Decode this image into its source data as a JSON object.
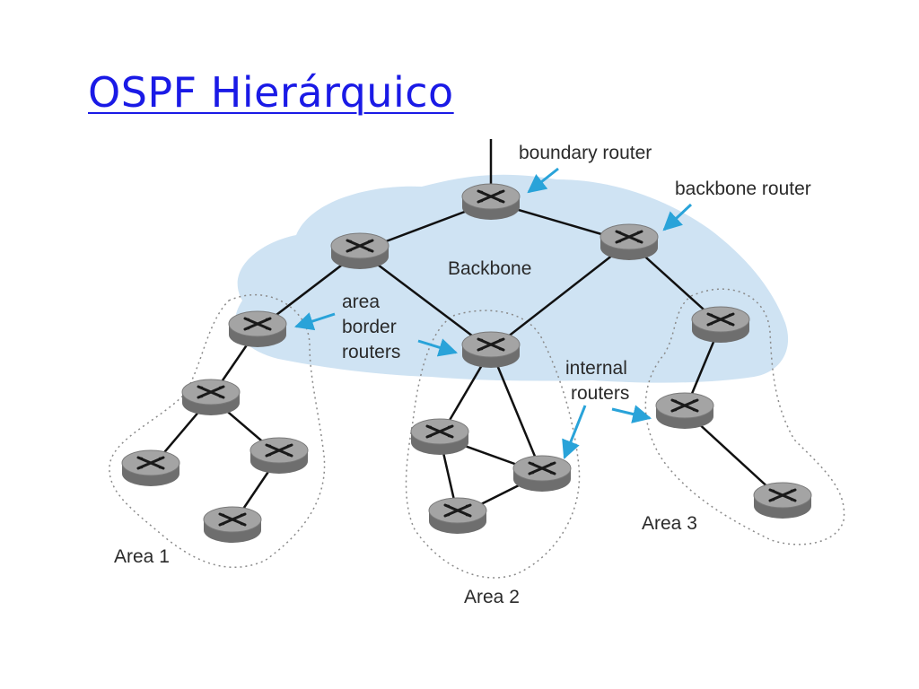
{
  "slide": {
    "title": "OSPF Hierárquico"
  },
  "diagram": {
    "labels": {
      "boundary_router": "boundary router",
      "backbone_router": "backbone router",
      "backbone": "Backbone",
      "area_border_1": "area",
      "area_border_2": "border",
      "area_border_3": "routers",
      "internal_1": "internal",
      "internal_2": "routers",
      "area1": "Area 1",
      "area2": "Area 2",
      "area3": "Area 3"
    },
    "colors": {
      "backbone_fill": "#cfe3f3",
      "router_fill": "#9a9a9a",
      "arrow": "#29a3d9",
      "title": "#1a1ae6"
    }
  }
}
